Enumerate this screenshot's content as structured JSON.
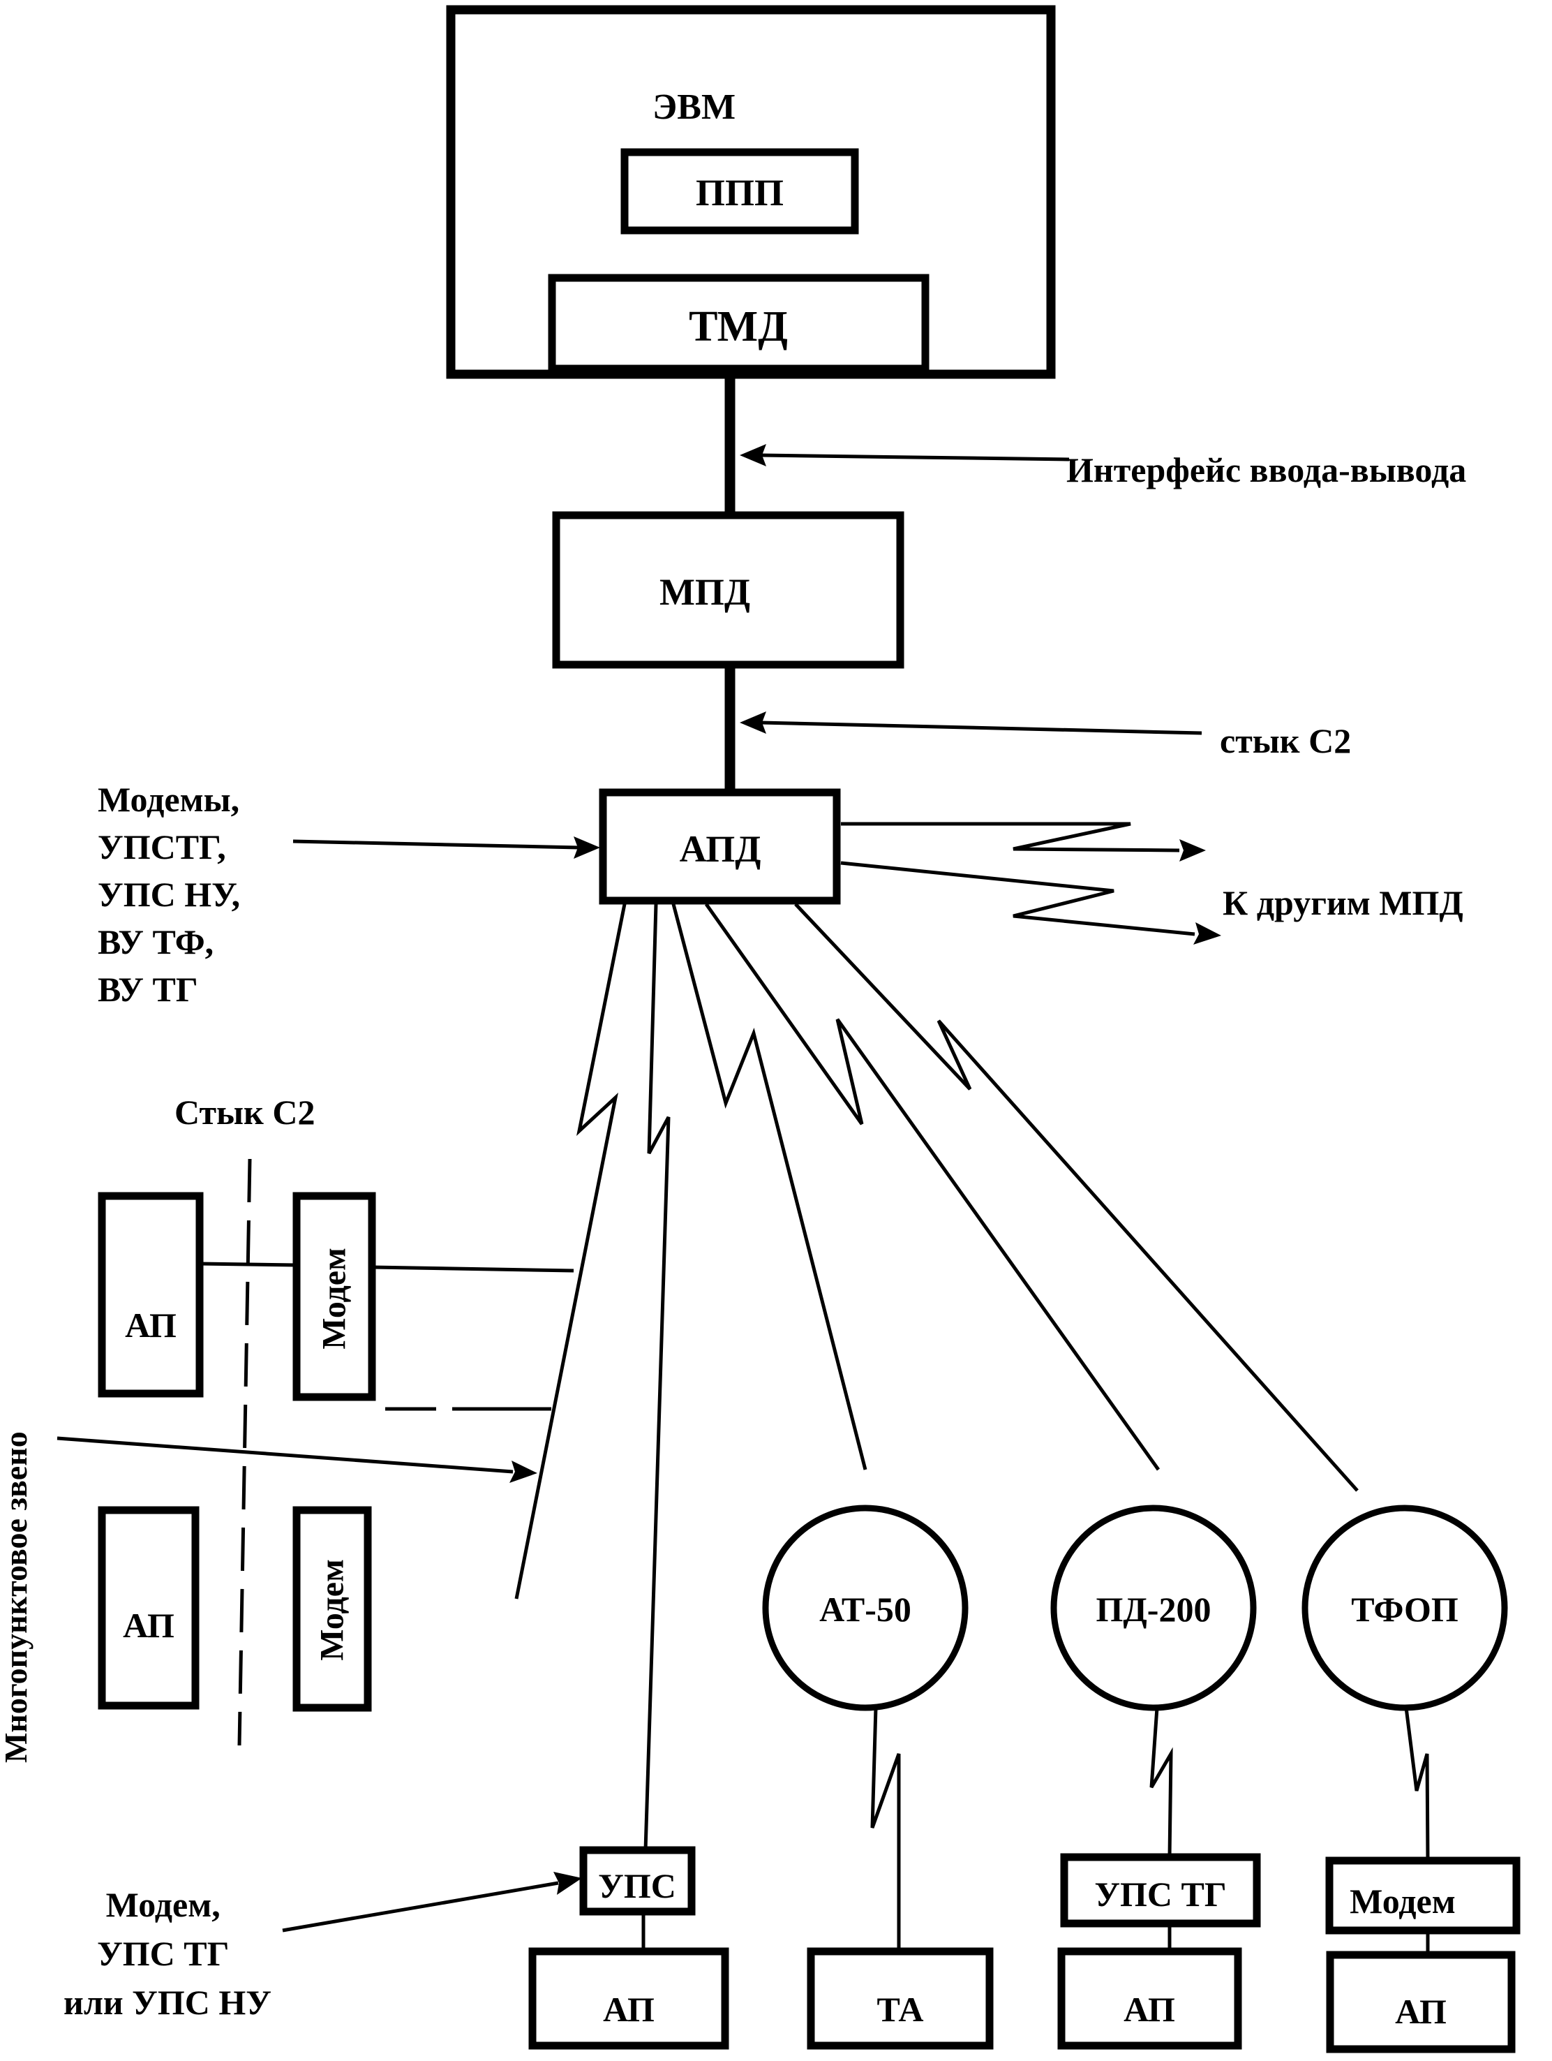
{
  "computer": {
    "label": "ЭВМ",
    "program_label": "ППП",
    "tmd_label": "ТМД"
  },
  "io_interface_label": "Интерфейс ввода-вывода",
  "mpd_label": "МПД",
  "junction_label": "стык С2",
  "apd_label": "АПД",
  "apd_inputs_lines": [
    "Модемы,",
    "УПСТГ,",
    "УПС  НУ,",
    "ВУ  ТФ,",
    "ВУ  ТГ"
  ],
  "other_mpd_label": "К другим МПД",
  "multipoint": {
    "vertical_label": "Многопунктовое звено",
    "junction_label": "Стык С2",
    "ap_label": "АП",
    "modem_label": "Модем"
  },
  "networks": [
    {
      "label": "АТ-50"
    },
    {
      "label": "ПД-200"
    },
    {
      "label": "ТФОП"
    }
  ],
  "bottom_devices": [
    {
      "top": "УПС",
      "bottom": "АП"
    },
    {
      "top": "",
      "bottom": "ТА"
    },
    {
      "top": "УПС  ТГ",
      "bottom": "АП"
    },
    {
      "top": "Модем",
      "bottom": "АП"
    }
  ],
  "bottom_left_lines": [
    "Модем,",
    "УПС ТГ",
    "или УПС НУ"
  ]
}
